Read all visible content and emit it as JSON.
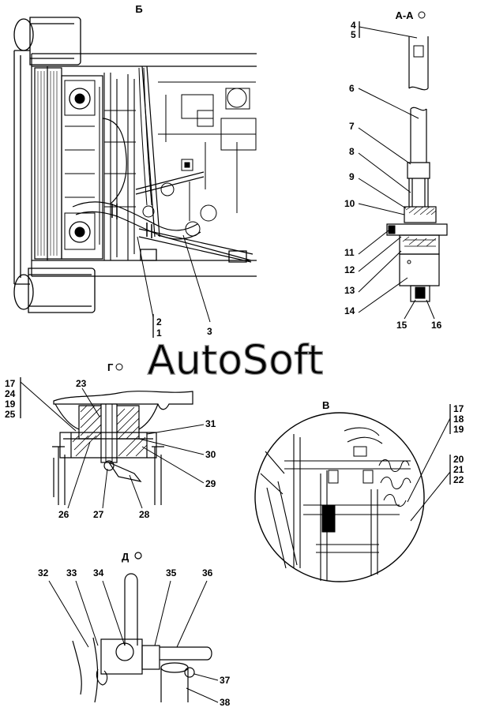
{
  "views": {
    "b": "Б",
    "aa": "А-А",
    "g": "Г",
    "v": "В",
    "d": "Д"
  },
  "watermark": "AutoSoft",
  "callouts": {
    "n1": "1",
    "n2": "2",
    "n3": "3",
    "n4": "4",
    "n5": "5",
    "n6": "6",
    "n7": "7",
    "n8": "8",
    "n9": "9",
    "n10": "10",
    "n11": "11",
    "n12": "12",
    "n13": "13",
    "n14": "14",
    "n15": "15",
    "n16": "16",
    "n17": "17",
    "n18": "18",
    "n19": "19",
    "n20": "20",
    "n21": "21",
    "n22": "22",
    "n23": "23",
    "n24": "24",
    "n25": "25",
    "n26": "26",
    "n27": "27",
    "n28": "28",
    "n29": "29",
    "n30": "30",
    "n31": "31",
    "n32": "32",
    "n33": "33",
    "n34": "34",
    "n35": "35",
    "n36": "36",
    "n37": "37",
    "n38": "38",
    "g_17": "17",
    "g_19": "19"
  }
}
